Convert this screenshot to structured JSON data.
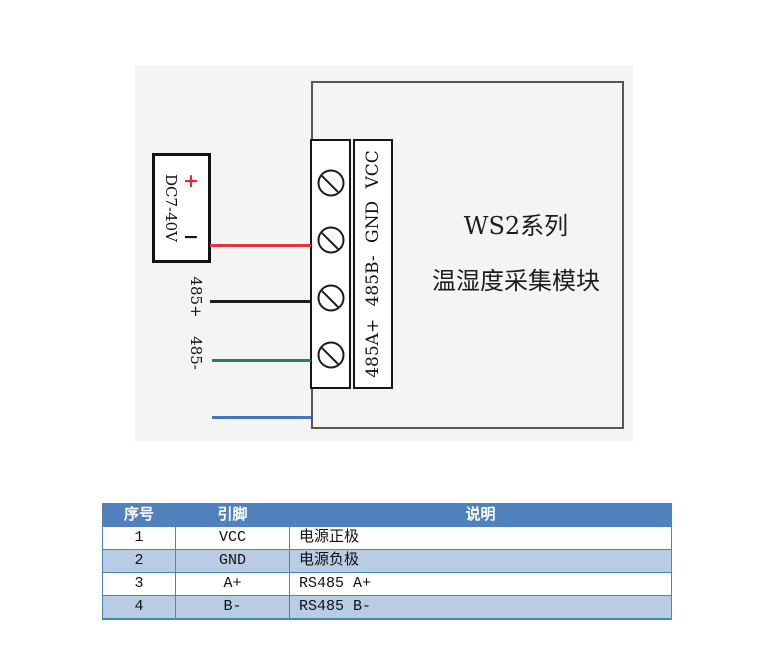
{
  "diagram": {
    "background_color": "#f4f4f4",
    "module": {
      "title_line1": "WS2系列",
      "title_line2": "温湿度采集模块"
    },
    "power_box": {
      "label": "DC7-40V",
      "plus_symbol": "+",
      "minus_symbol": "−"
    },
    "terminal_strip_labels": "485A+ 485B- GND VCC",
    "wire_labels": {
      "a": "485+",
      "b": "485-"
    },
    "wire_colors": {
      "vcc": "#e53238",
      "gnd": "#1c1c1c",
      "a": "#2e7d4f",
      "b": "#4472c4"
    },
    "screw_count": 4
  },
  "table": {
    "header_bg": "#4F81BD",
    "alt_row_bg": "#B8CCE4",
    "border_color": "#4F81BD",
    "headers": [
      "序号",
      "引脚",
      "说明"
    ],
    "rows": [
      [
        "1",
        "VCC",
        "电源正极"
      ],
      [
        "2",
        "GND",
        "电源负极"
      ],
      [
        "3",
        "A+",
        "RS485 A+"
      ],
      [
        "4",
        "B-",
        "RS485 B-"
      ]
    ]
  }
}
